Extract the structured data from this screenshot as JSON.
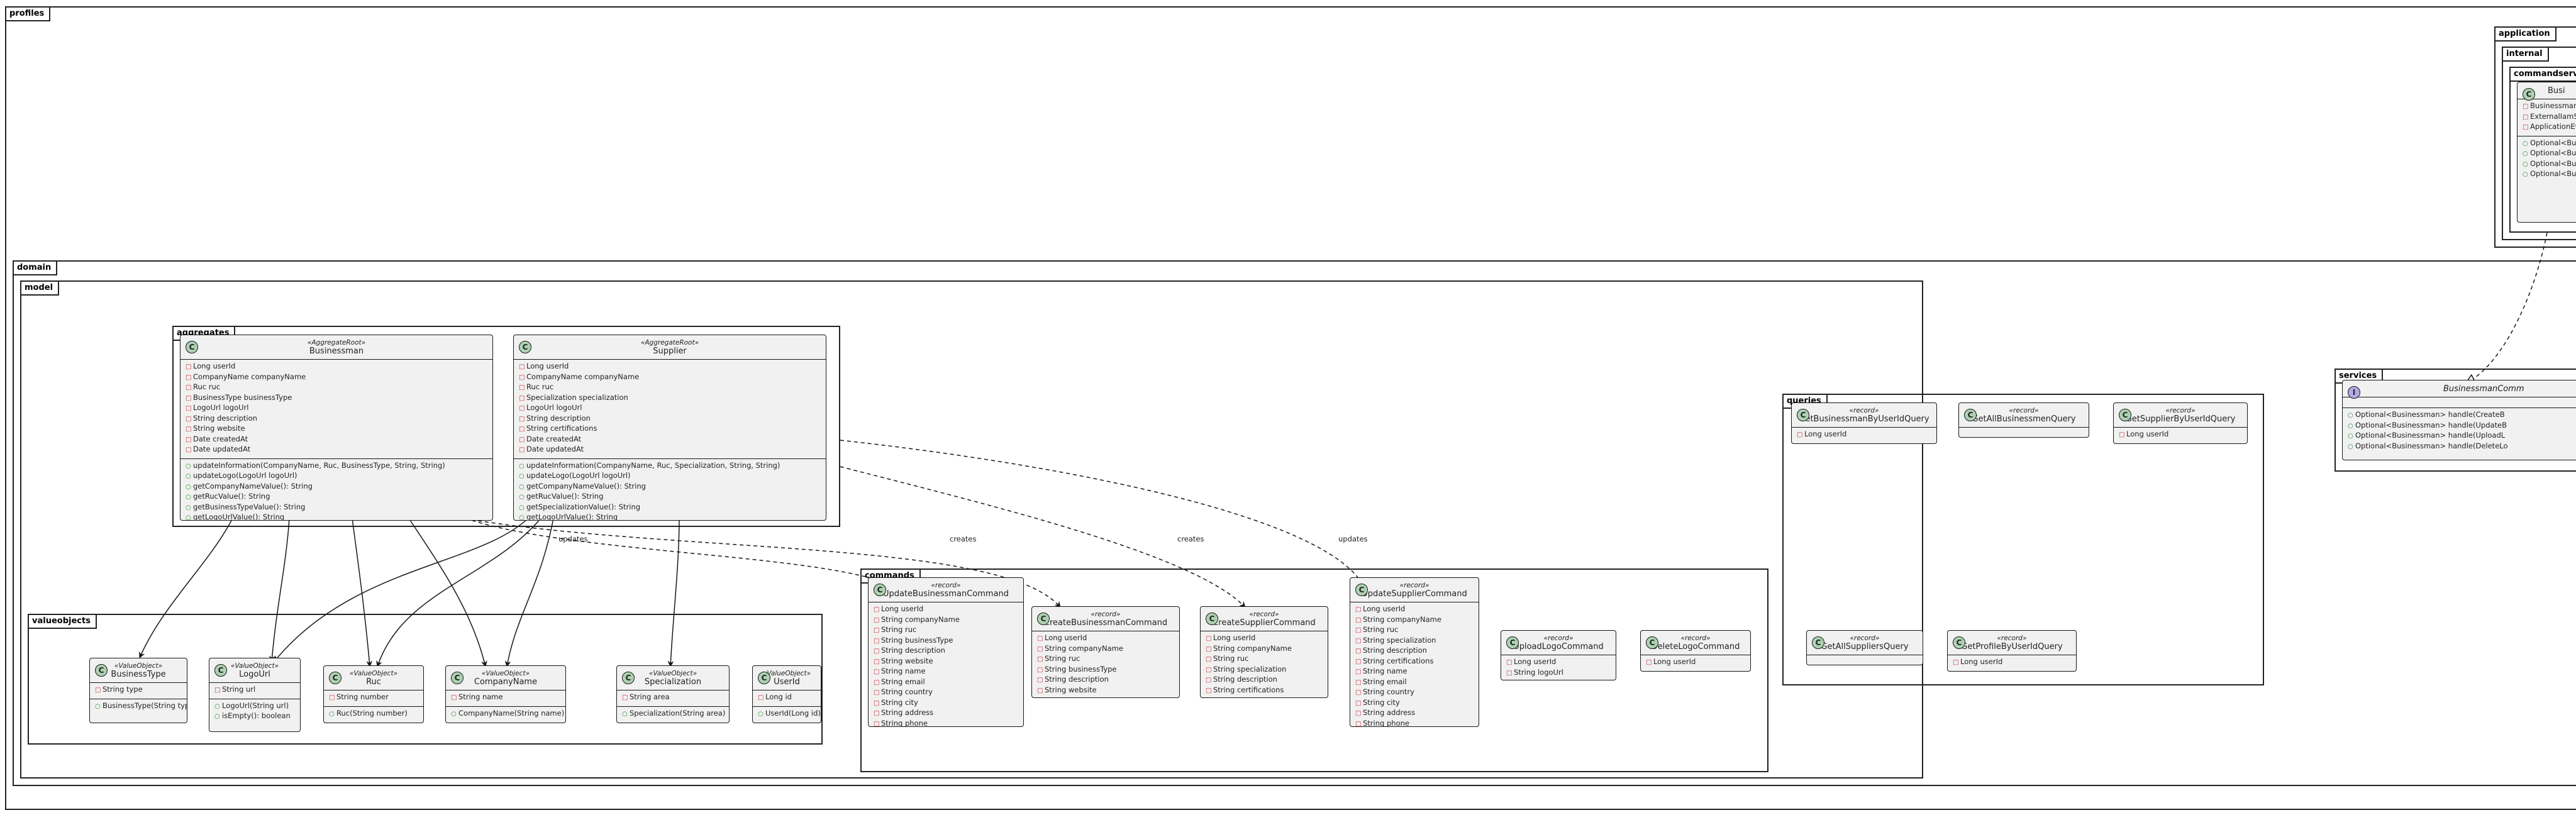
{
  "packages": {
    "profiles": "profiles",
    "application": "application",
    "internal": "internal",
    "commandservices": "commandservices",
    "domain": "domain",
    "model": "model",
    "aggregates": "aggregates",
    "valueobjects": "valueobjects",
    "commands": "commands",
    "queries": "queries",
    "services": "services"
  },
  "classes": {
    "businessman": {
      "stereotype": "«AggregateRoot»",
      "name": "Businessman",
      "fields": [
        "Long userId",
        "CompanyName companyName",
        "Ruc ruc",
        "BusinessType businessType",
        "LogoUrl logoUrl",
        "String description",
        "String website",
        "Date createdAt",
        "Date updatedAt"
      ],
      "methods": [
        "updateInformation(CompanyName, Ruc, BusinessType, String, String)",
        "updateLogo(LogoUrl logoUrl)",
        "getCompanyNameValue(): String",
        "getRucValue(): String",
        "getBusinessTypeValue(): String",
        "getLogoUrlValue(): String"
      ]
    },
    "supplier": {
      "stereotype": "«AggregateRoot»",
      "name": "Supplier",
      "fields": [
        "Long userId",
        "CompanyName companyName",
        "Ruc ruc",
        "Specialization specialization",
        "LogoUrl logoUrl",
        "String description",
        "String certifications",
        "Date createdAt",
        "Date updatedAt"
      ],
      "methods": [
        "updateInformation(CompanyName, Ruc, Specialization, String, String)",
        "updateLogo(LogoUrl logoUrl)",
        "getCompanyNameValue(): String",
        "getRucValue(): String",
        "getSpecializationValue(): String",
        "getLogoUrlValue(): String"
      ]
    },
    "businessType": {
      "stereotype": "«ValueObject»",
      "name": "BusinessType",
      "fields": [
        "String type"
      ],
      "methods": [
        "BusinessType(String type)"
      ]
    },
    "logoUrl": {
      "stereotype": "«ValueObject»",
      "name": "LogoUrl",
      "fields": [
        "String url"
      ],
      "methods": [
        "LogoUrl(String url)",
        "isEmpty(): boolean"
      ]
    },
    "ruc": {
      "stereotype": "«ValueObject»",
      "name": "Ruc",
      "fields": [
        "String number"
      ],
      "methods": [
        "Ruc(String number)"
      ]
    },
    "companyName": {
      "stereotype": "«ValueObject»",
      "name": "CompanyName",
      "fields": [
        "String name"
      ],
      "methods": [
        "CompanyName(String name)"
      ]
    },
    "specialization": {
      "stereotype": "«ValueObject»",
      "name": "Specialization",
      "fields": [
        "String area"
      ],
      "methods": [
        "Specialization(String area)"
      ]
    },
    "userId": {
      "stereotype": "«ValueObject»",
      "name": "UserId",
      "fields": [
        "Long id"
      ],
      "methods": [
        "UserId(Long id)"
      ]
    },
    "updateBusinessmanCommand": {
      "stereotype": "«record»",
      "name": "UpdateBusinessmanCommand",
      "fields": [
        "Long userId",
        "String companyName",
        "String ruc",
        "String businessType",
        "String description",
        "String website",
        "String name",
        "String email",
        "String country",
        "String city",
        "String address",
        "String phone"
      ]
    },
    "createBusinessmanCommand": {
      "stereotype": "«record»",
      "name": "CreateBusinessmanCommand",
      "fields": [
        "Long userId",
        "String companyName",
        "String ruc",
        "String businessType",
        "String description",
        "String website"
      ]
    },
    "createSupplierCommand": {
      "stereotype": "«record»",
      "name": "CreateSupplierCommand",
      "fields": [
        "Long userId",
        "String companyName",
        "String ruc",
        "String specialization",
        "String description",
        "String certifications"
      ]
    },
    "updateSupplierCommand": {
      "stereotype": "«record»",
      "name": "UpdateSupplierCommand",
      "fields": [
        "Long userId",
        "String companyName",
        "String ruc",
        "String specialization",
        "String description",
        "String certifications",
        "String name",
        "String email",
        "String country",
        "String city",
        "String address",
        "String phone"
      ]
    },
    "uploadLogoCommand": {
      "stereotype": "«record»",
      "name": "UploadLogoCommand",
      "fields": [
        "Long userId",
        "String logoUrl"
      ]
    },
    "deleteLogoCommand": {
      "stereotype": "«record»",
      "name": "DeleteLogoCommand",
      "fields": [
        "Long userId"
      ]
    },
    "getBusinessmanByUserIdQuery": {
      "stereotype": "«record»",
      "name": "GetBusinessmanByUserIdQuery",
      "fields": [
        "Long userId"
      ]
    },
    "getAllBusinessmenQuery": {
      "stereotype": "«record»",
      "name": "GetAllBusinessmenQuery",
      "fields": []
    },
    "getSupplierByUserIdQuery": {
      "stereotype": "«record»",
      "name": "GetSupplierByUserIdQuery",
      "fields": [
        "Long userId"
      ]
    },
    "getAllSuppliersQuery": {
      "stereotype": "«record»",
      "name": "GetAllSuppliersQuery",
      "fields": []
    },
    "getProfileByUserIdQuery": {
      "stereotype": "«record»",
      "name": "GetProfileByUserIdQuery",
      "fields": [
        "Long userId"
      ]
    },
    "businessmanCommandService": {
      "name": "BusinessmanComm",
      "methods": [
        "Optional<Businessman> handle(CreateB",
        "Optional<Businessman> handle(UpdateB",
        "Optional<Businessman> handle(UploadL",
        "Optional<Businessman> handle(DeleteLo"
      ]
    },
    "businessmanCommandServiceImpl": {
      "name": "Busi",
      "fields": [
        "BusinessmanRepository b",
        "ExternalIamService extern",
        "ApplicationEventPublisher"
      ],
      "methods": [
        "Optional<Businessman>",
        "Optional<Businessman>",
        "Optional<Businessman>",
        "Optional<Businessman>"
      ]
    }
  },
  "edge_labels": {
    "updates1": "updates",
    "creates1": "creates",
    "creates2": "creates",
    "updates2": "updates"
  }
}
